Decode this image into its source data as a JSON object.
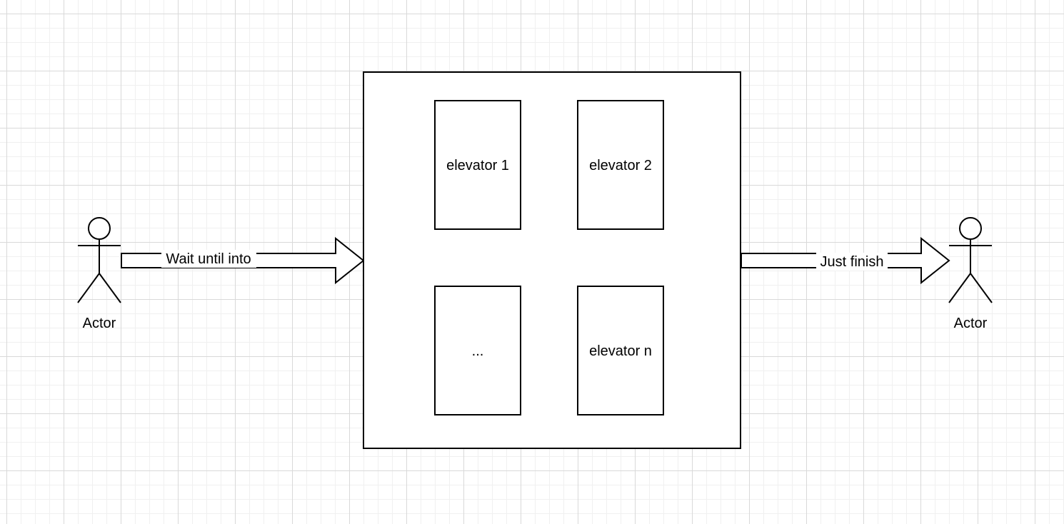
{
  "diagram": {
    "actors": [
      {
        "id": "left",
        "label": "Actor"
      },
      {
        "id": "right",
        "label": "Actor"
      }
    ],
    "arrows": [
      {
        "id": "enter",
        "label": "Wait until into"
      },
      {
        "id": "exit",
        "label": "Just finish"
      }
    ],
    "elevators": [
      {
        "label": "elevator 1"
      },
      {
        "label": "elevator 2"
      },
      {
        "label": "..."
      },
      {
        "label": "elevator n"
      }
    ]
  },
  "colors": {
    "stroke": "#000000",
    "fill": "#ffffff",
    "grid": "#d9d9d9"
  }
}
